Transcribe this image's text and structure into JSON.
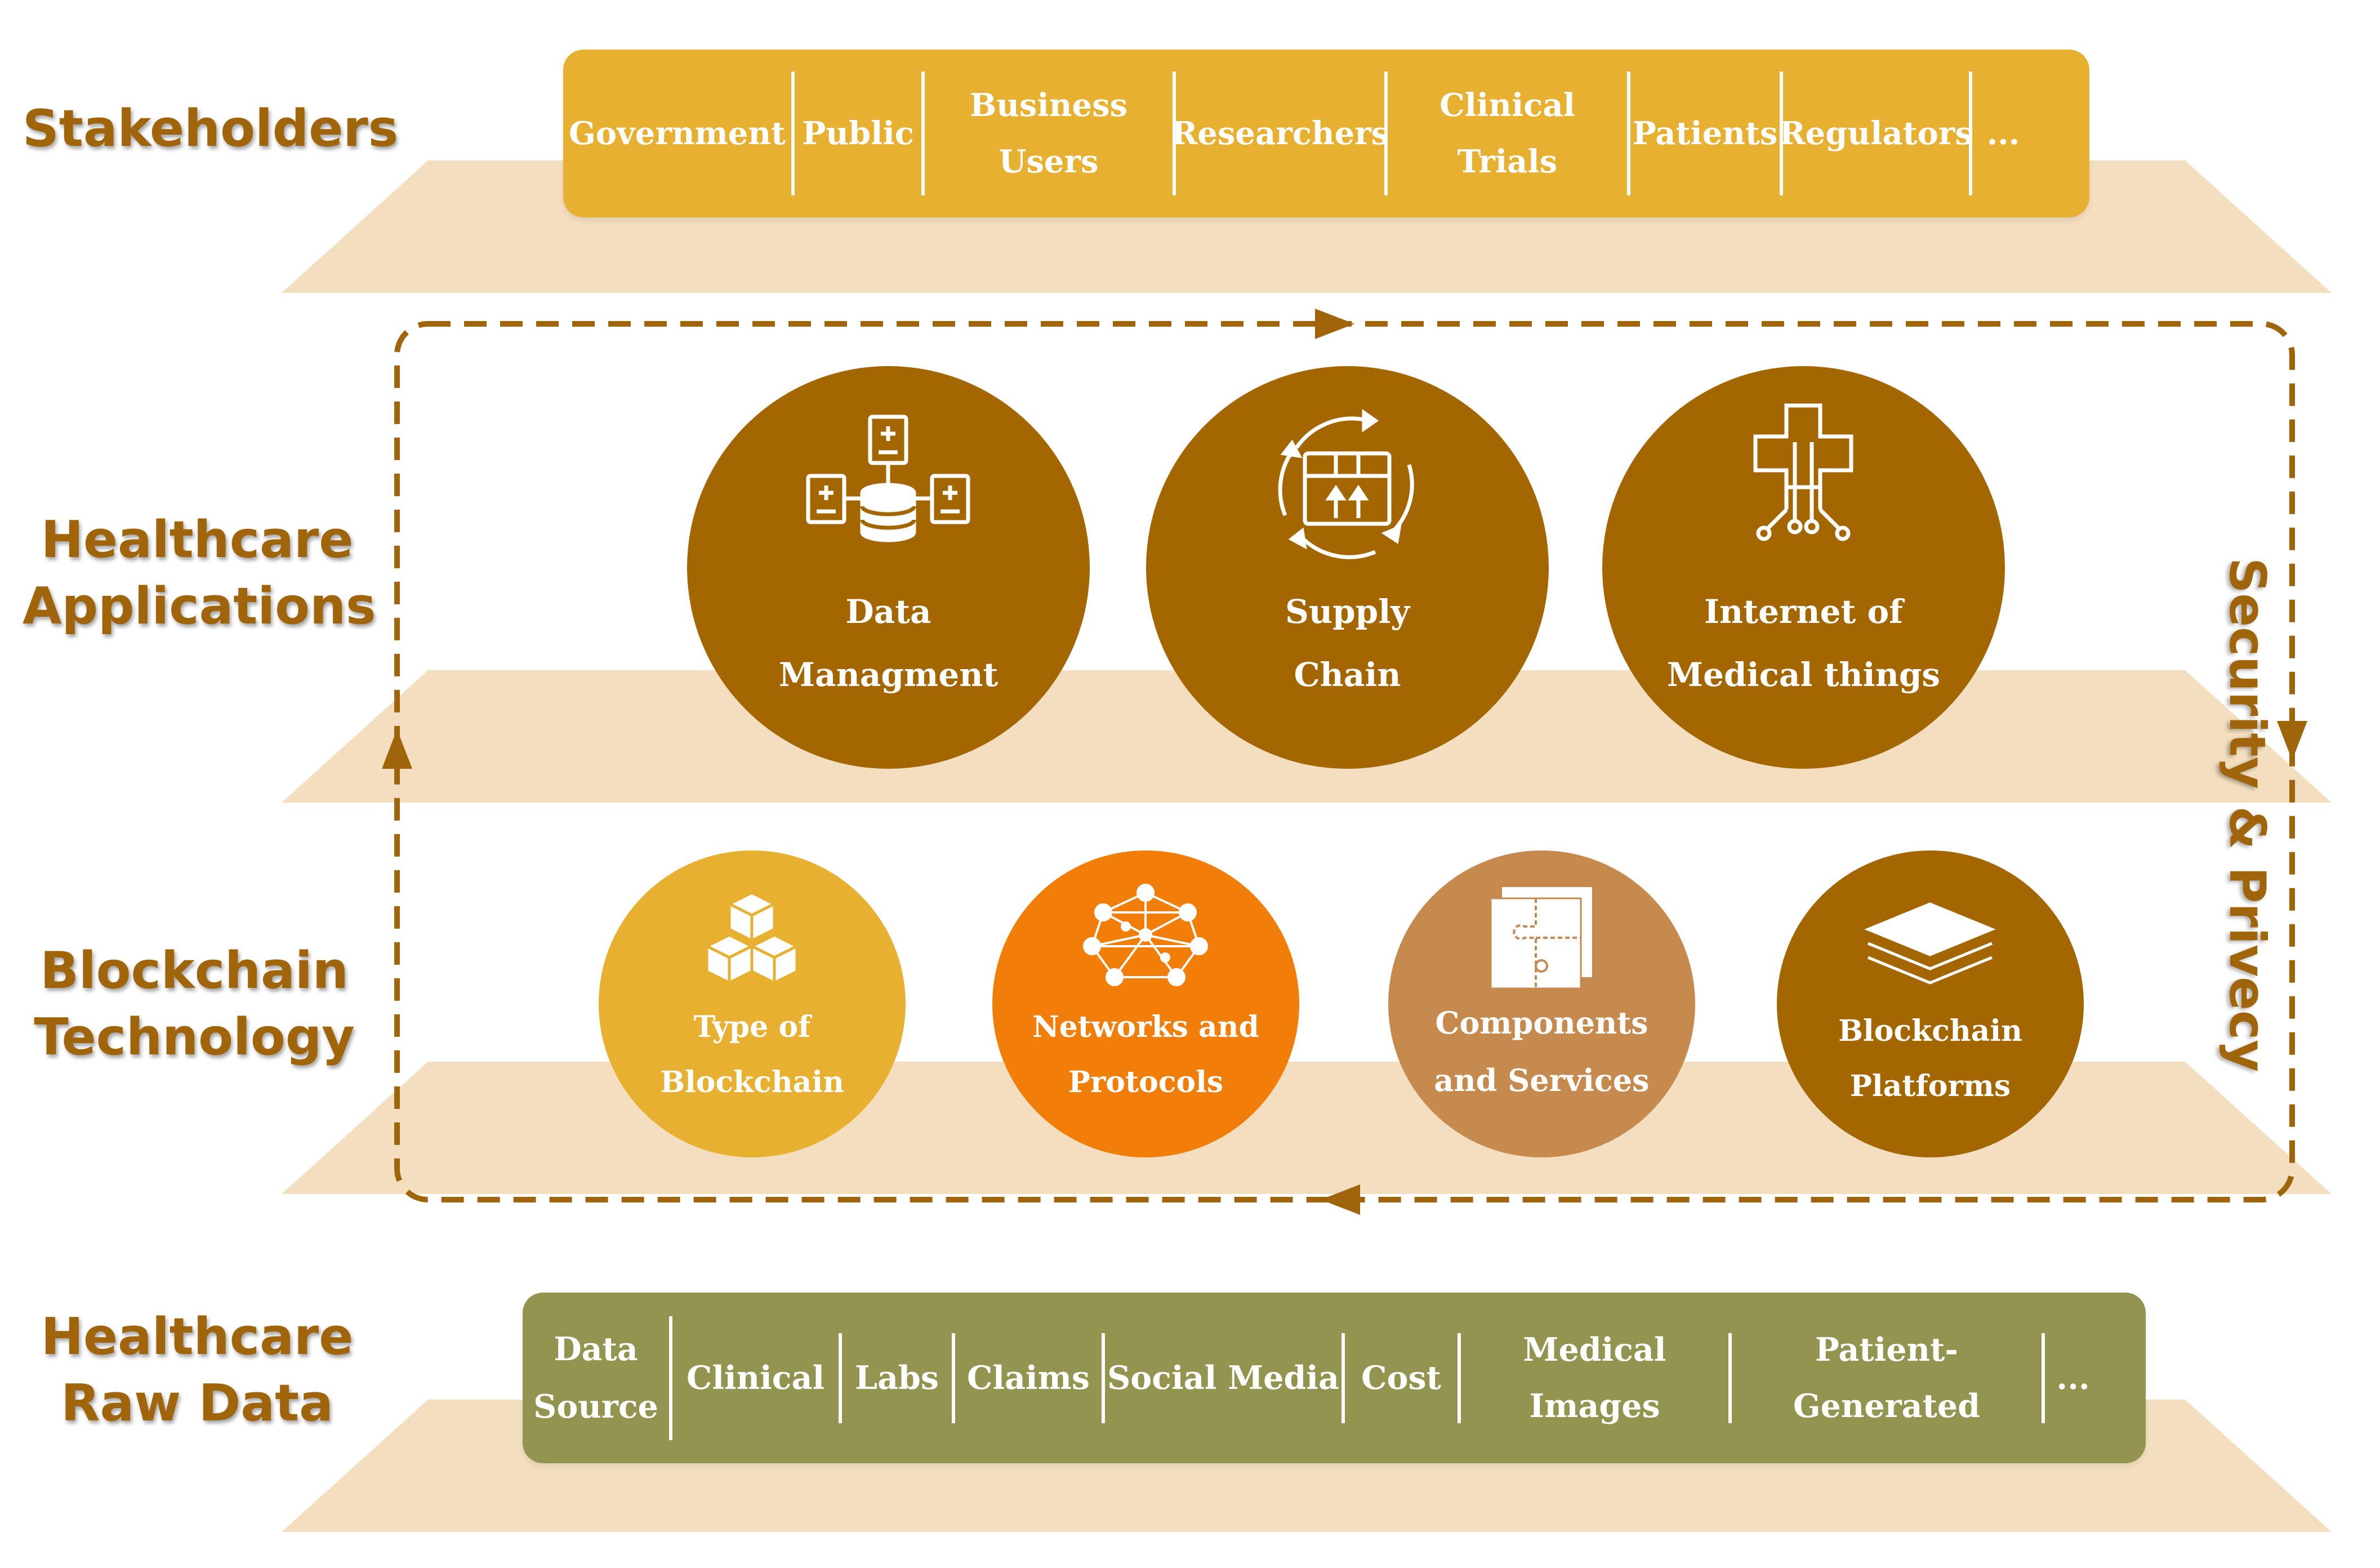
{
  "colors": {
    "plane": "#f3dfbf",
    "stakeholder_bar": "#e8b030",
    "raw_data_bar": "#92944f",
    "dark_brown": "#a36600",
    "light_orange": "#e8b030",
    "bright_orange": "#f07e08",
    "tan": "#c68a4f",
    "label_text": "#a0640a",
    "flow_arrow": "#a0640a"
  },
  "layers": {
    "stakeholders": "Stakeholders",
    "applications": [
      "Healthcare",
      "Applications"
    ],
    "blockchain": [
      "Blockchain",
      "Technology"
    ],
    "raw_data": [
      "Healthcare",
      "Raw Data"
    ]
  },
  "stakeholders": [
    "Government",
    "Public",
    "Business Users",
    "Researchers",
    "Clinical Trials",
    "Patients",
    "Regulators",
    "..."
  ],
  "applications": [
    {
      "lines": [
        "Data",
        "Managment"
      ],
      "icon": "database-records-icon"
    },
    {
      "lines": [
        "Supply",
        "Chain"
      ],
      "icon": "package-cycle-icon"
    },
    {
      "lines": [
        "Internet of",
        "Medical things"
      ],
      "icon": "medical-cross-circuit-icon"
    }
  ],
  "blockchain_tech": [
    {
      "lines": [
        "Type of",
        "Blockchain"
      ],
      "icon": "stacked-cubes-icon",
      "color": "light_orange"
    },
    {
      "lines": [
        "Networks and",
        "Protocols"
      ],
      "icon": "network-nodes-icon",
      "color": "bright_orange"
    },
    {
      "lines": [
        "Components",
        "and Services"
      ],
      "icon": "puzzle-pieces-icon",
      "color": "tan"
    },
    {
      "lines": [
        "Blockchain",
        "Platforms"
      ],
      "icon": "layers-icon",
      "color": "dark_brown"
    }
  ],
  "raw_data": [
    [
      "Data",
      "Source"
    ],
    "Clinical",
    "Labs",
    "Claims",
    "Social Media",
    "Cost",
    "Medical Images",
    "Patient-Generated",
    "..."
  ],
  "side_label": "Security & Privecy"
}
